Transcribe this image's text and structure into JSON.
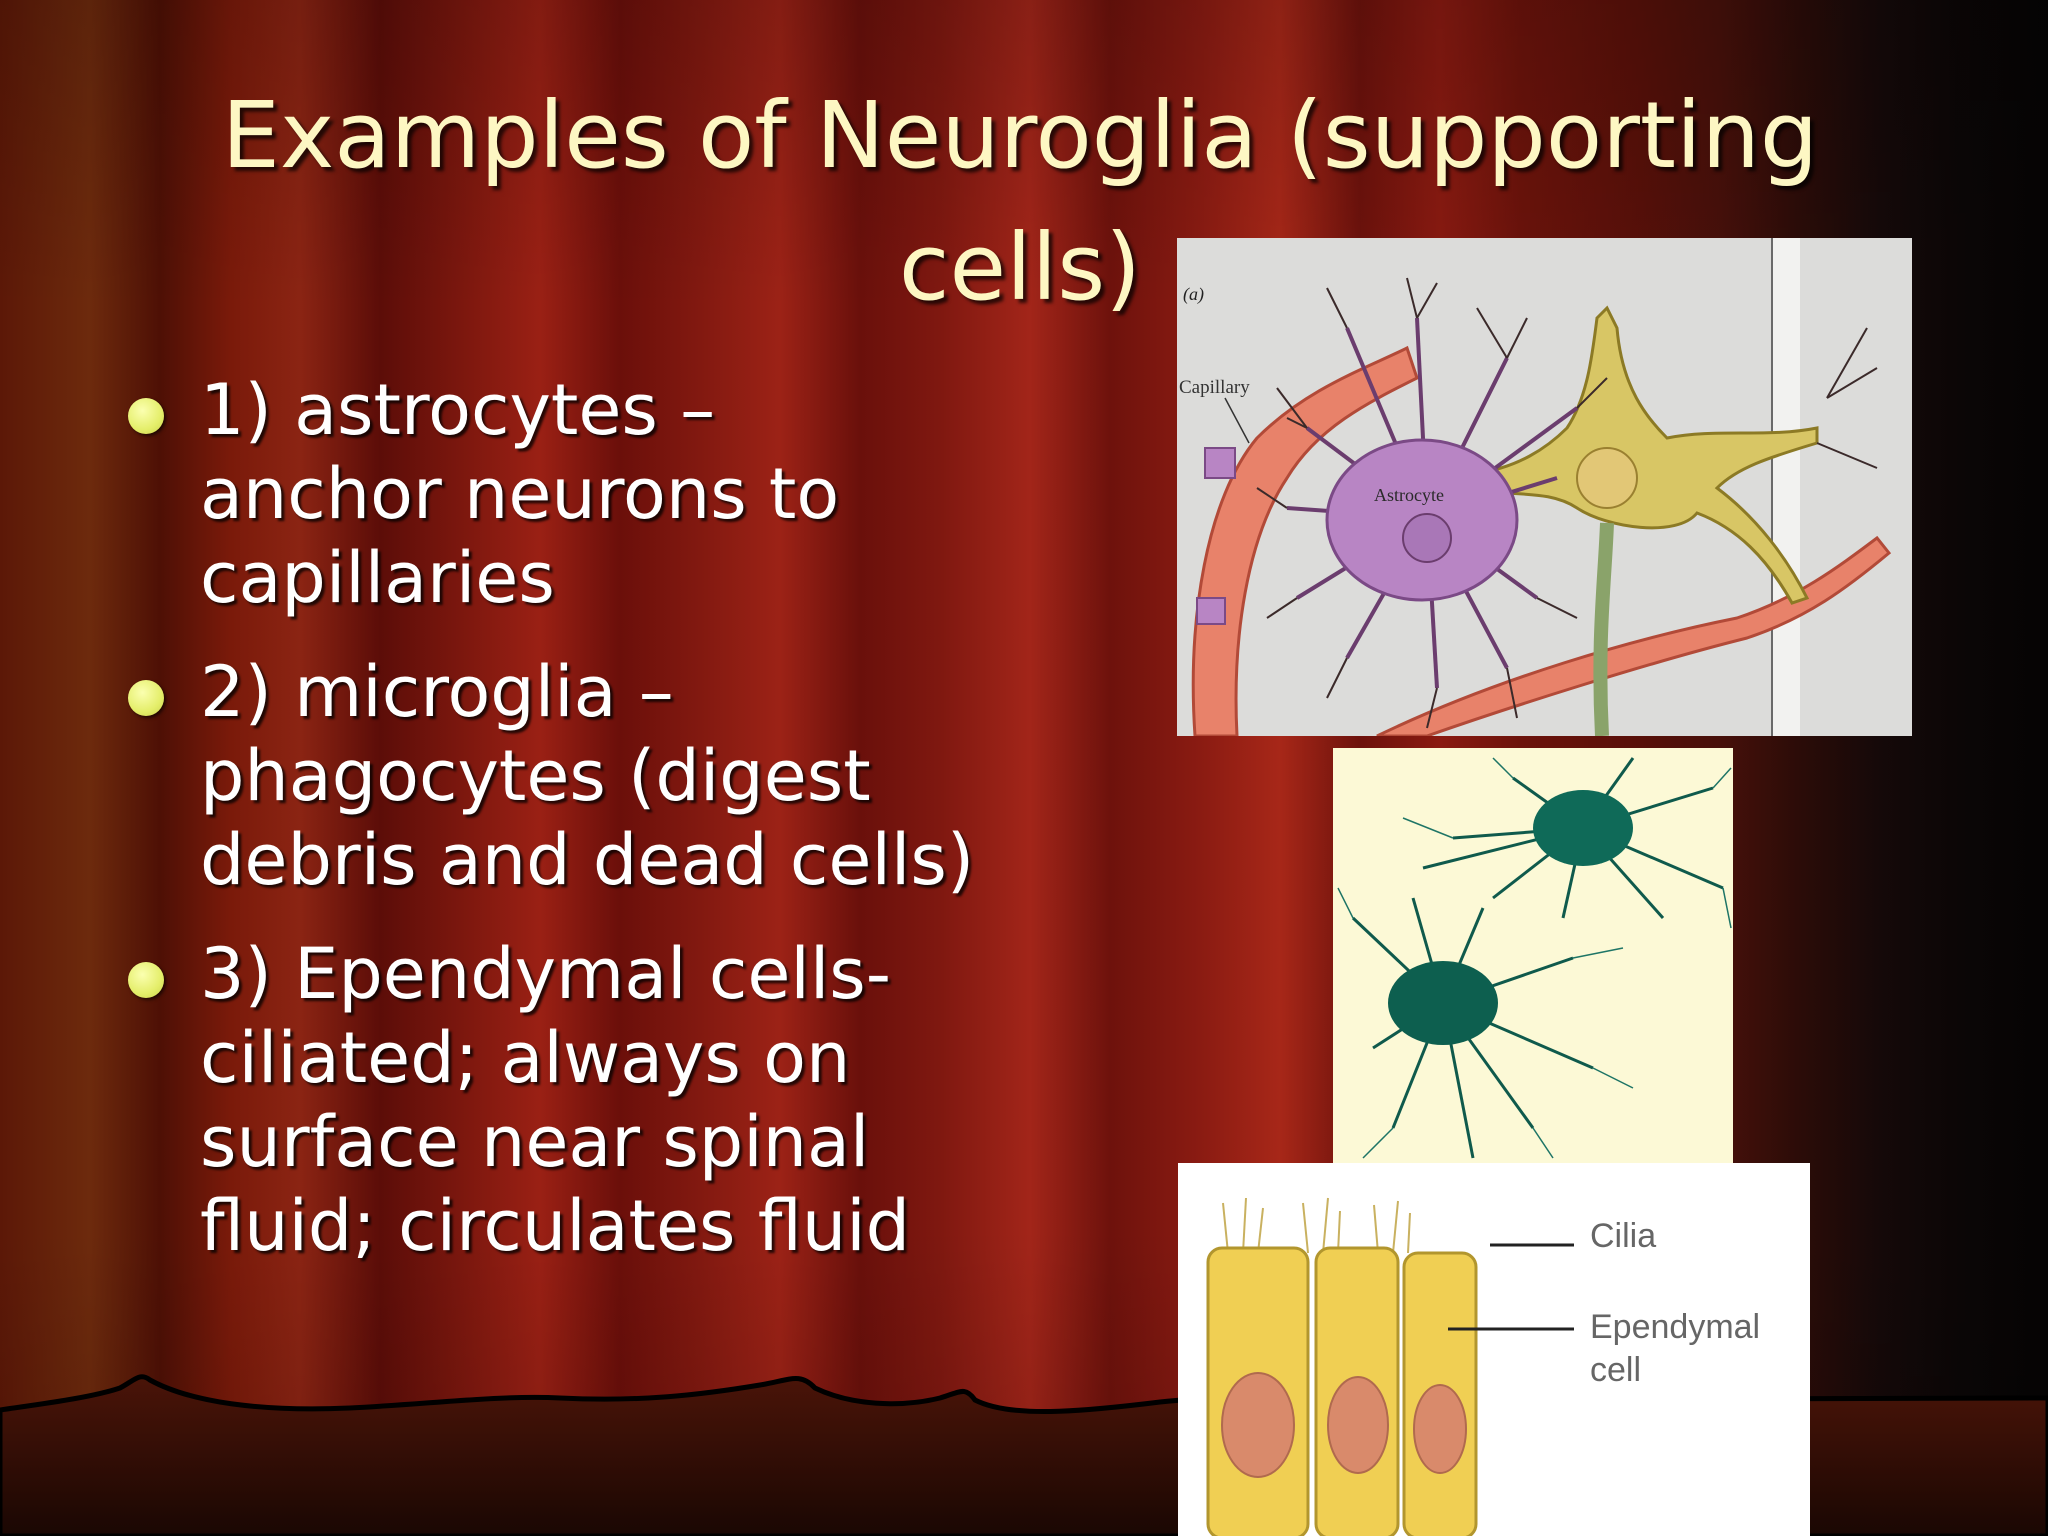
{
  "slide": {
    "title_lines": [
      "Examples of Neuroglia (supporting",
      "cells)"
    ],
    "bullets": [
      {
        "lines": [
          "1) astrocytes –",
          "anchor neurons to",
          "capillaries"
        ]
      },
      {
        "lines": [
          "2) microglia –",
          "phagocytes (digest",
          "debris and dead cells)"
        ]
      },
      {
        "lines": [
          "3) Ependymal cells-",
          "ciliated; always on",
          "surface near spinal",
          "fluid; circulates fluid"
        ]
      }
    ]
  },
  "figures": {
    "astrocyte": {
      "panel_label": "(a)",
      "label_capillary": "Capillary",
      "label_astrocyte": "Astrocyte"
    },
    "ependymal": {
      "label_cilia": "Cilia",
      "label_cell_line1": "Ependymal",
      "label_cell_line2": "cell"
    }
  },
  "colors": {
    "title": "#fdf7c3",
    "bullet_text": "#ffffff",
    "bullet_dot": "#e4ee6a",
    "curtain": "#8b1a10"
  }
}
